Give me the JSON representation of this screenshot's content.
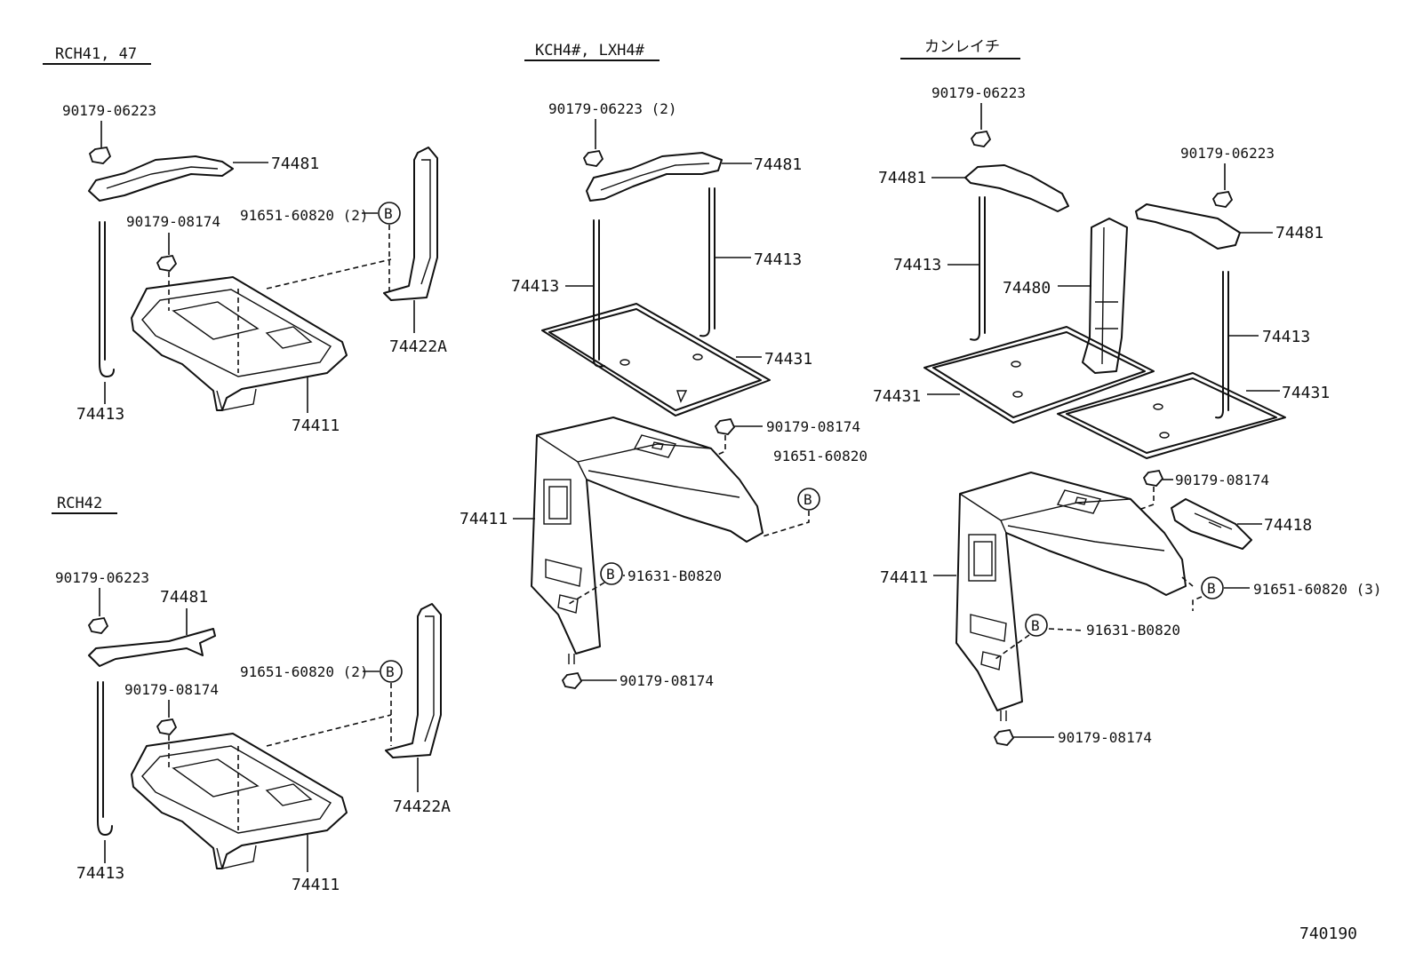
{
  "sections": {
    "rch41": {
      "header": "RCH41, 47",
      "labels": {
        "nut_top": "90179-06223",
        "clamp": "74481",
        "nut_tray": "90179-08174",
        "bolt": "91651-60820 (2)",
        "bracket": "74422A",
        "rod": "74413",
        "tray": "74411"
      }
    },
    "rch42": {
      "header": "RCH42",
      "labels": {
        "nut_top": "90179-06223",
        "clamp": "74481",
        "nut_tray": "90179-08174",
        "bolt": "91651-60820 (2)",
        "bracket": "74422A",
        "rod": "74413",
        "tray": "74411"
      }
    },
    "kch4": {
      "header": "KCH4#, LXH4#",
      "labels": {
        "nut_top": "90179-06223 (2)",
        "clamp": "74481",
        "rod_left": "74413",
        "rod_right": "74413",
        "frame": "74431",
        "nut_mid": "90179-08174",
        "bolt_right": "91651-60820",
        "carrier": "74411",
        "bolt_left": "91631-B0820",
        "nut_bottom": "90179-08174"
      }
    },
    "cold": {
      "header": "カンレイチ",
      "labels": {
        "nut_top_left": "90179-06223",
        "nut_top_right": "90179-06223",
        "clamp_left": "74481",
        "clamp_right": "74481",
        "rod_left": "74413",
        "rod_right": "74413",
        "stay": "74480",
        "frame_left": "74431",
        "frame_right": "74431",
        "nut_mid": "90179-08174",
        "cover": "74418",
        "bolt_right": "91651-60820 (3)",
        "bolt_left": "91631-B0820",
        "carrier": "74411",
        "nut_bottom": "90179-08174"
      }
    }
  },
  "callout_letter": "B",
  "figure_id": "740190"
}
